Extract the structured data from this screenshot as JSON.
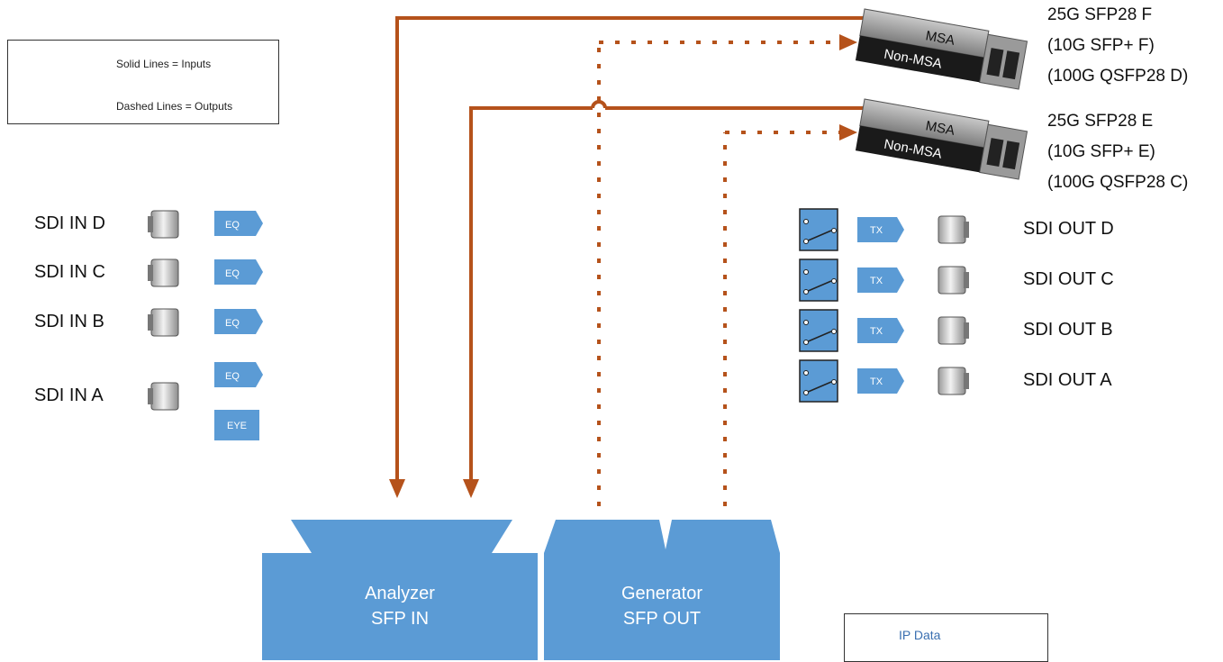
{
  "legend": {
    "solid_label": "Solid Lines = Inputs",
    "dashed_label": "Dashed Lines = Outputs"
  },
  "sfp_modules": [
    {
      "id": "F",
      "lines": [
        "25G SFP28 F",
        "(10G SFP+ F)",
        "(100G QSFP28 D)"
      ],
      "top_label": "MSA",
      "bottom_label": "Non-MSA"
    },
    {
      "id": "E",
      "lines": [
        "25G SFP28 E",
        "(10G SFP+ E)",
        "(100G QSFP28 C)"
      ],
      "top_label": "MSA",
      "bottom_label": "Non-MSA"
    }
  ],
  "sdi_inputs": [
    {
      "label": "SDI IN D",
      "eq": "EQ"
    },
    {
      "label": "SDI IN C",
      "eq": "EQ"
    },
    {
      "label": "SDI IN B",
      "eq": "EQ"
    },
    {
      "label": "SDI IN A",
      "eq": "EQ",
      "eye": "EYE"
    }
  ],
  "sdi_outputs": [
    {
      "label": "SDI OUT D",
      "tx": "TX"
    },
    {
      "label": "SDI OUT C",
      "tx": "TX"
    },
    {
      "label": "SDI OUT B",
      "tx": "TX"
    },
    {
      "label": "SDI OUT A",
      "tx": "TX"
    }
  ],
  "analyzer": {
    "line1": "Analyzer",
    "line2": "SFP IN"
  },
  "generator": {
    "line1": "Generator",
    "line2": "SFP OUT"
  },
  "ip_data": {
    "label": "IP Data"
  },
  "colors": {
    "line": "#b5521b",
    "block": "#5b9bd5",
    "block_dark": "#3f7fbf",
    "text": "#111111"
  }
}
